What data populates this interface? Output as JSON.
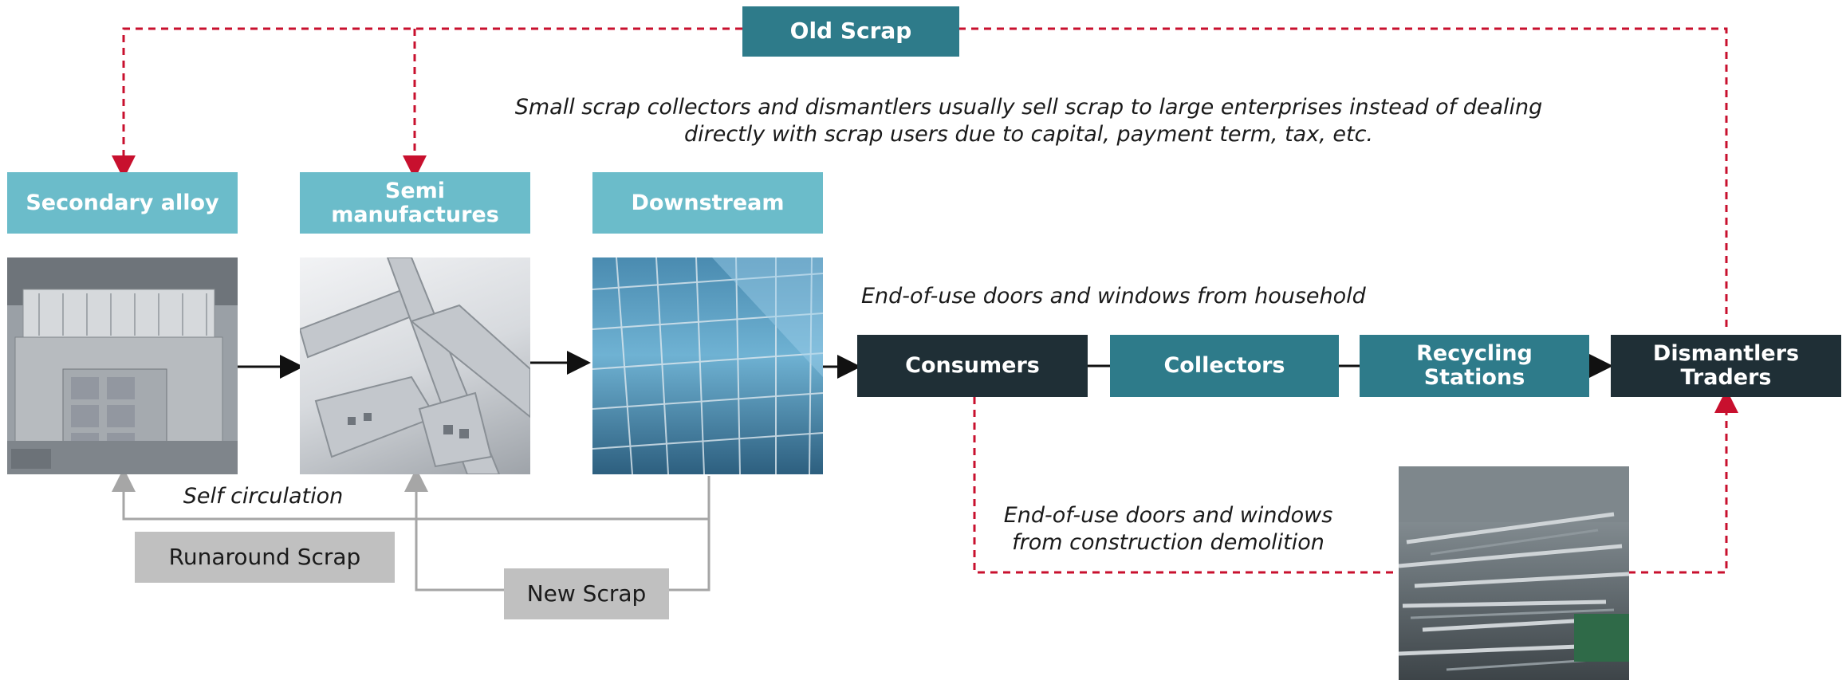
{
  "nodes": {
    "old_scrap": "Old Scrap",
    "secondary_alloy": "Secondary alloy",
    "semi_manufactures": "Semi\nmanufactures",
    "downstream": "Downstream",
    "consumers": "Consumers",
    "collectors": "Collectors",
    "recycling_stations": "Recycling\nStations",
    "dismantlers_traders": "Dismantlers\nTraders",
    "runaround_scrap": "Runaround Scrap",
    "new_scrap": "New Scrap"
  },
  "notes": {
    "top": "Small scrap collectors and dismantlers usually sell scrap to large enterprises instead of dealing\ndirectly with scrap users due to capital, payment term, tax, etc.",
    "household": "End-of-use doors and windows from household",
    "self_circulation": "Self circulation",
    "construction": "End-of-use doors and windows\nfrom construction demolition"
  },
  "colors": {
    "teal": "#2e7b8a",
    "light_teal": "#6bbcca",
    "dark": "#1f2f36",
    "grey_box": "#c0c0c0",
    "red_dashed": "#c8102e",
    "grey_line": "#a6a6a6"
  },
  "images": {
    "furnace": "furnace-photo",
    "profiles": "aluminum-profiles-photo",
    "facade": "glass-facade-photo",
    "scrap_pile": "scrap-pile-photo"
  }
}
